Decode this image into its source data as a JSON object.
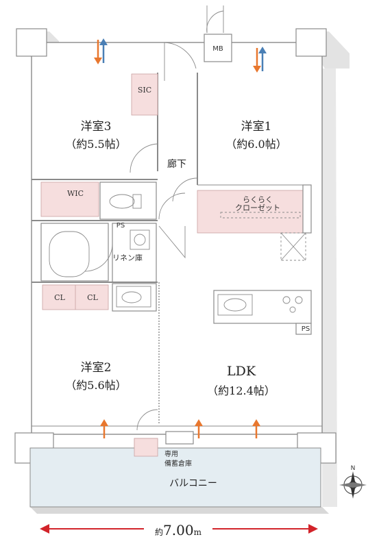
{
  "rooms": {
    "yoshitsu3": {
      "name": "洋室3",
      "size": "（約5.5帖）"
    },
    "yoshitsu1": {
      "name": "洋室1",
      "size": "（約6.0帖）"
    },
    "yoshitsu2": {
      "name": "洋室2",
      "size": "（約5.6帖）"
    },
    "ldk": {
      "name": "LDK",
      "size": "（約12.4帖）"
    }
  },
  "labels": {
    "mb": "MB",
    "sic": "SIC",
    "wic": "WIC",
    "corridor": "廊下",
    "rakuraku_line1": "らくらく",
    "rakuraku_line2": "クローゼット",
    "ps1": "PS",
    "ps2": "PS",
    "linen": "リネン庫",
    "cl1": "CL",
    "cl2": "CL",
    "storage_line1": "専用",
    "storage_line2": "備蓄倉庫",
    "balcony": "バルコニー"
  },
  "dimension": {
    "prefix": "約",
    "value": "7.00",
    "unit": "m"
  },
  "compass": {
    "north": "N"
  },
  "colors": {
    "storage_pink": "#f6dede",
    "balcony_fill": "#e4edf2",
    "arrow_orange": "#e8772e",
    "arrow_blue": "#4a7fb5",
    "dimension_red": "#d2232a"
  }
}
